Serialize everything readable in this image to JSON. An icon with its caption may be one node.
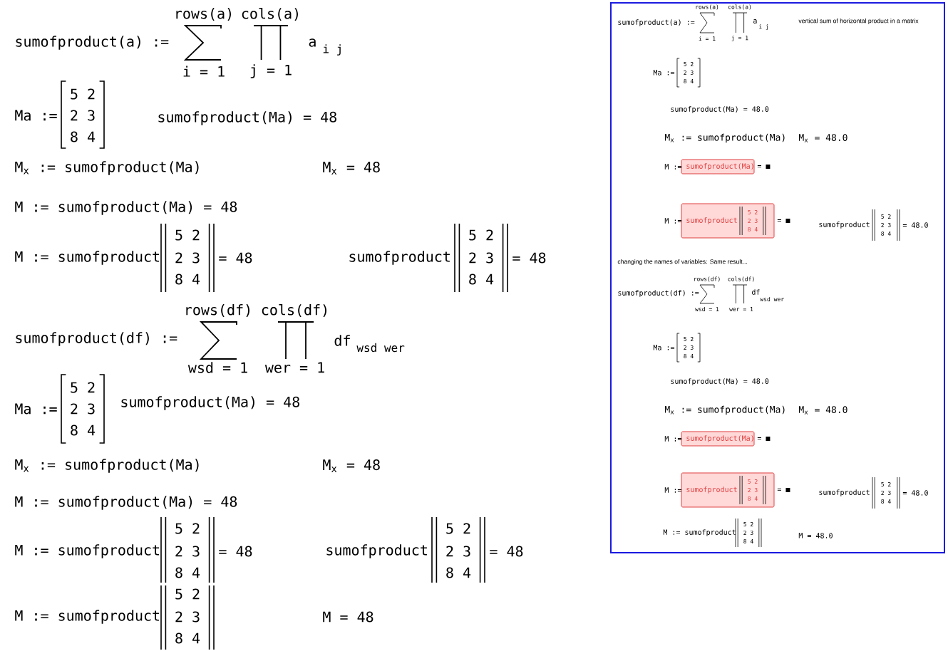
{
  "diagram": {
    "nodes": [
      {
        "text": [
          "sumofproduct(a) :=",
          "rows(a)",
          "cols(a)",
          "a",
          "i j",
          "i = 1",
          "j = 1",
          "vertical sum of horizontal product in a matrix",
          "Ma :=",
          "5 2",
          "2 3",
          "8 4",
          "sumofproduct(Ma) = 48.0",
          "M$_{x}$ := sumofproduct(Ma)",
          "M$_{x}$ = 48.0",
          "M :=",
          "sumofproduct(Ma)",
          "= ■",
          "M :=",
          "sumofproduct",
          "5 2",
          "2 3",
          "8 4",
          "= ■",
          "sumofproduct",
          "5 2",
          "2 3",
          "8 4",
          "= 48.0",
          "changing the names of variables: Same result...",
          "sumofproduct(df) :=",
          "rows(df)",
          "cols(df)",
          "df",
          "wsd wer",
          "wsd = 1",
          "wer = 1",
          "Ma :=",
          "5 2",
          "2 3",
          "8 4",
          "sumofproduct(Ma) = 48.0",
          "M$_{x}$ := sumofproduct(Ma)",
          "M$_{x}$ = 48.0",
          "M :=",
          "sumofproduct(Ma)",
          "= ■",
          "M :=",
          "sumofproduct",
          "5 2",
          "2 3",
          "8 4",
          "= ■",
          "sumofproduct",
          "5 2",
          "2 3",
          "8 4",
          "= 48.0",
          "M := sumofproduct",
          "5 2",
          "2 3",
          "8 4",
          "M = 48.0"
        ]
      }
    ],
    "labels": [
      "sumofproduct(a) :=",
      "rows(a)",
      "cols(a)",
      "a",
      "i j",
      "i = 1",
      "j = 1",
      "Ma :=",
      "5 2",
      "2 3",
      "8 4",
      "sumofproduct(Ma) = 48",
      "M$_{x}$ := sumofproduct(Ma)",
      "M$_{x}$ = 48",
      "M := sumofproduct(Ma) = 48",
      "M := sumofproduct",
      "5 2",
      "2 3",
      "8 4",
      "= 48",
      "sumofproduct",
      "5 2",
      "2 3",
      "8 4",
      "= 48",
      "sumofproduct(df) :=",
      "rows(df)",
      "cols(df)",
      "df",
      "wsd wer",
      "wsd = 1",
      "wer = 1",
      "Ma :=",
      "5 2",
      "2 3",
      "8 4",
      "sumofproduct(Ma) = 48",
      "M$_{x}$ := sumofproduct(Ma)",
      "M$_{x}$ = 48",
      "M := sumofproduct(Ma) = 48",
      "M := sumofproduct",
      "5 2",
      "2 3",
      "8 4",
      "= 48",
      "sumofproduct",
      "5 2",
      "2 3",
      "8 4",
      "= 48",
      "M := sumofproduct",
      "5 2",
      "2 3",
      "8 4",
      "M = 48"
    ]
  }
}
